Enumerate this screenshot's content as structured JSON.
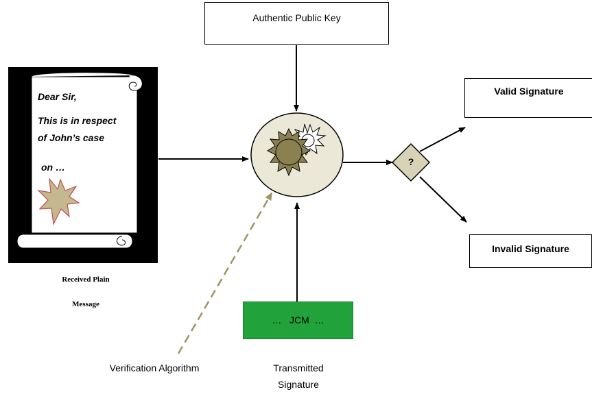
{
  "key_box": {
    "label": "Authentic Public Key"
  },
  "letter": {
    "greeting": "Dear Sir,",
    "line1": "This is in respect",
    "line2": "of John’s case",
    "line3": "on …"
  },
  "letter_caption": {
    "line1": "Received Plain",
    "line2": "Message"
  },
  "decision": {
    "symbol": "?"
  },
  "valid_box": {
    "label": "Valid Signature"
  },
  "invalid_box": {
    "label": "Invalid Signature"
  },
  "signature_box": {
    "label": "…   JCM  …"
  },
  "verification_label": "Verification Algorithm",
  "signature_caption": {
    "line1": "Transmitted",
    "line2": "Signature"
  },
  "colors": {
    "signature_green": "#22a23a",
    "engine_fill": "#ece8d7",
    "decision_fill": "#d8d2b6",
    "dashed_arrow": "#9e9460",
    "seal_fill": "#c4b98e",
    "seal_stroke": "#c0504d",
    "gear_fill": "#8a8050"
  }
}
